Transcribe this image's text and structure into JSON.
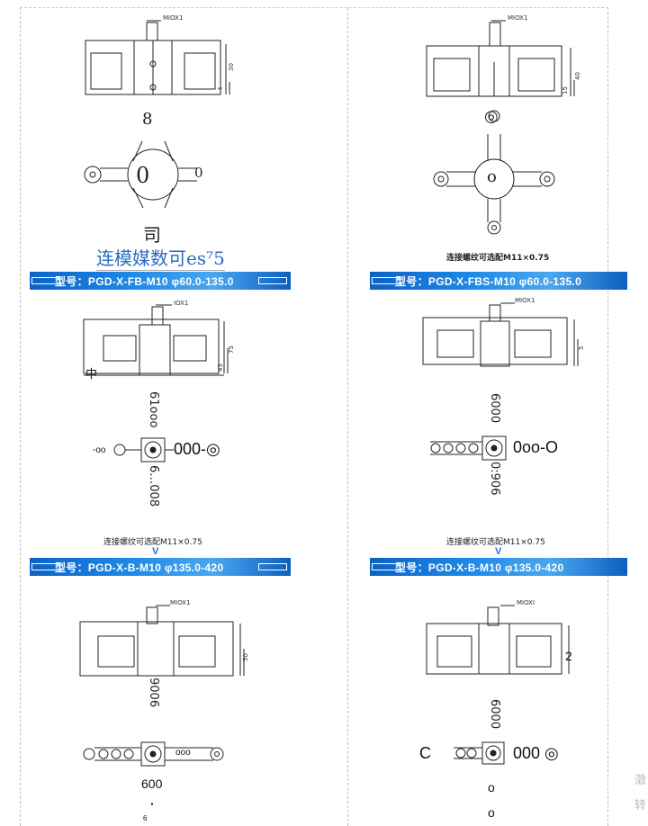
{
  "panels": {
    "p1": {
      "callout": "MIOX1",
      "dim_right": "30",
      "dim_left": "4",
      "overlay_top": "8",
      "overlay_left": "0",
      "overlay_right": "0",
      "overlay_bottom": "司",
      "caption": "连模媒数可es⁷5"
    },
    "p2": {
      "callout": "MIOX1",
      "dim_right": "40",
      "dim_left": "15",
      "overlay_top": "◎",
      "overlay_center": "o",
      "caption": "连接螺纹可选配M11×0.75",
      "banner": "型号：PGD-X-FBS-M10   φ60.0-135.0"
    },
    "p3": {
      "banner": "型号：PGD-X-FB-M10   φ60.0-135.0",
      "callout": "IOX1",
      "dim_right": "75",
      "dim_left": "43",
      "side_char": "中",
      "vert_top": "61ooo",
      "vert_bottom": "6…008",
      "left_text": "-oo",
      "right_text": "000-◎",
      "caption": "连接螺纹可选配M11×0.75",
      "vmark": "V"
    },
    "p4": {
      "callout": "MIOX1",
      "dim_right": "5",
      "vert_top": "6000",
      "vert_bottom": "0:906",
      "right_text": "0oo-O",
      "caption": "连接螺纹可选配M11×0.75",
      "vmark": "V"
    },
    "p5": {
      "banner": "型号：PGD-X-B-M10   φ135.0-420",
      "callout": "MIOX1",
      "dim_right": "50",
      "vert_text": "9006",
      "bottom_num": "600",
      "dot": "·",
      "small": "6",
      "mid_text": "ooo"
    },
    "p6": {
      "banner": "型号：PGD-X-B-M10      φ135.0-420",
      "callout": "MIOXI",
      "dim_right": "2",
      "vert_text": "6000",
      "left_text": "C",
      "right_text": "000  ◎",
      "circle1": "o",
      "circle2": "o"
    }
  },
  "side_note": {
    "line1": "澂",
    "line2": "转"
  }
}
